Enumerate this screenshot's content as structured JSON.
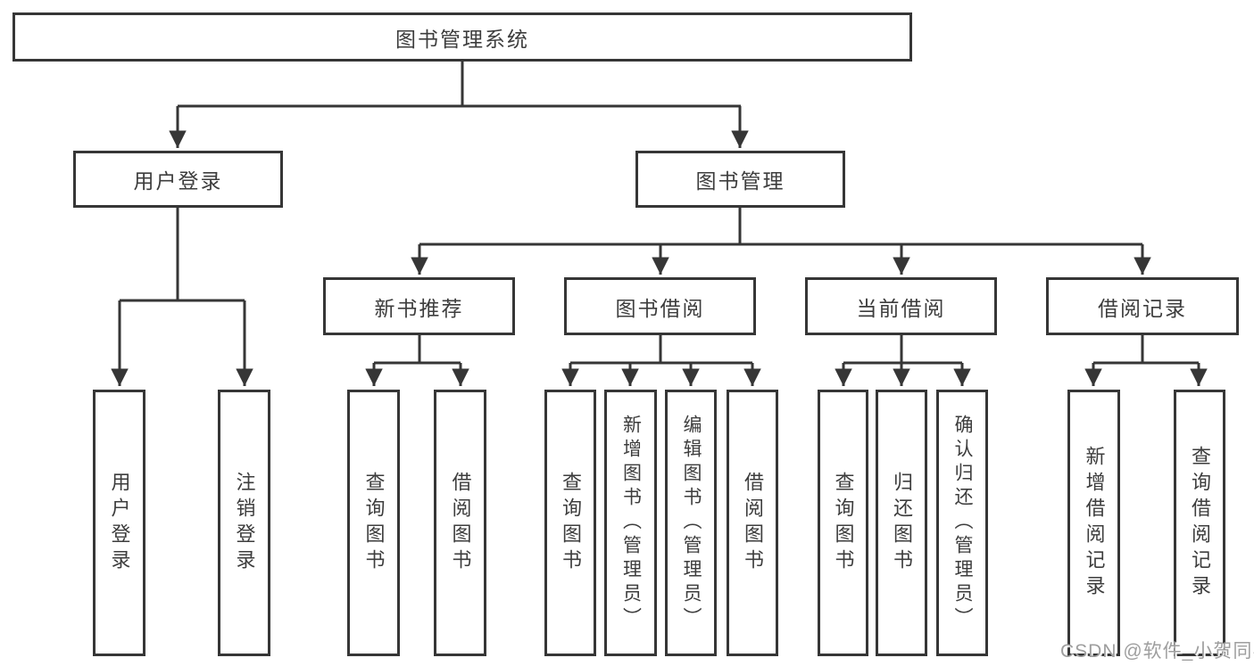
{
  "colors": {
    "line": "#363636",
    "box_border": "#363636",
    "box_background": "#ffffff",
    "text": "#3d3d3d",
    "watermark": "#9e9e9e",
    "page_background": "#ffffff"
  },
  "diagram": {
    "title": "图书管理系统",
    "branches": [
      {
        "label": "用户登录",
        "children": [
          {
            "label": "用户登录"
          },
          {
            "label": "注销登录"
          }
        ]
      },
      {
        "label": "图书管理",
        "children": [
          {
            "label": "新书推荐",
            "children": [
              {
                "label": "查询图书"
              },
              {
                "label": "借阅图书"
              }
            ]
          },
          {
            "label": "图书借阅",
            "children": [
              {
                "label": "查询图书"
              },
              {
                "label": "新增图书（管理员）"
              },
              {
                "label": "编辑图书（管理员）"
              },
              {
                "label": "借阅图书"
              }
            ]
          },
          {
            "label": "当前借阅",
            "children": [
              {
                "label": "查询图书"
              },
              {
                "label": "归还图书"
              },
              {
                "label": "确认归还（管理员）"
              }
            ]
          },
          {
            "label": "借阅记录",
            "children": [
              {
                "label": "新增借阅记录"
              },
              {
                "label": "查询借阅记录"
              }
            ]
          }
        ]
      }
    ]
  },
  "watermark": {
    "text": "CSDN @软件_小贺同学"
  }
}
